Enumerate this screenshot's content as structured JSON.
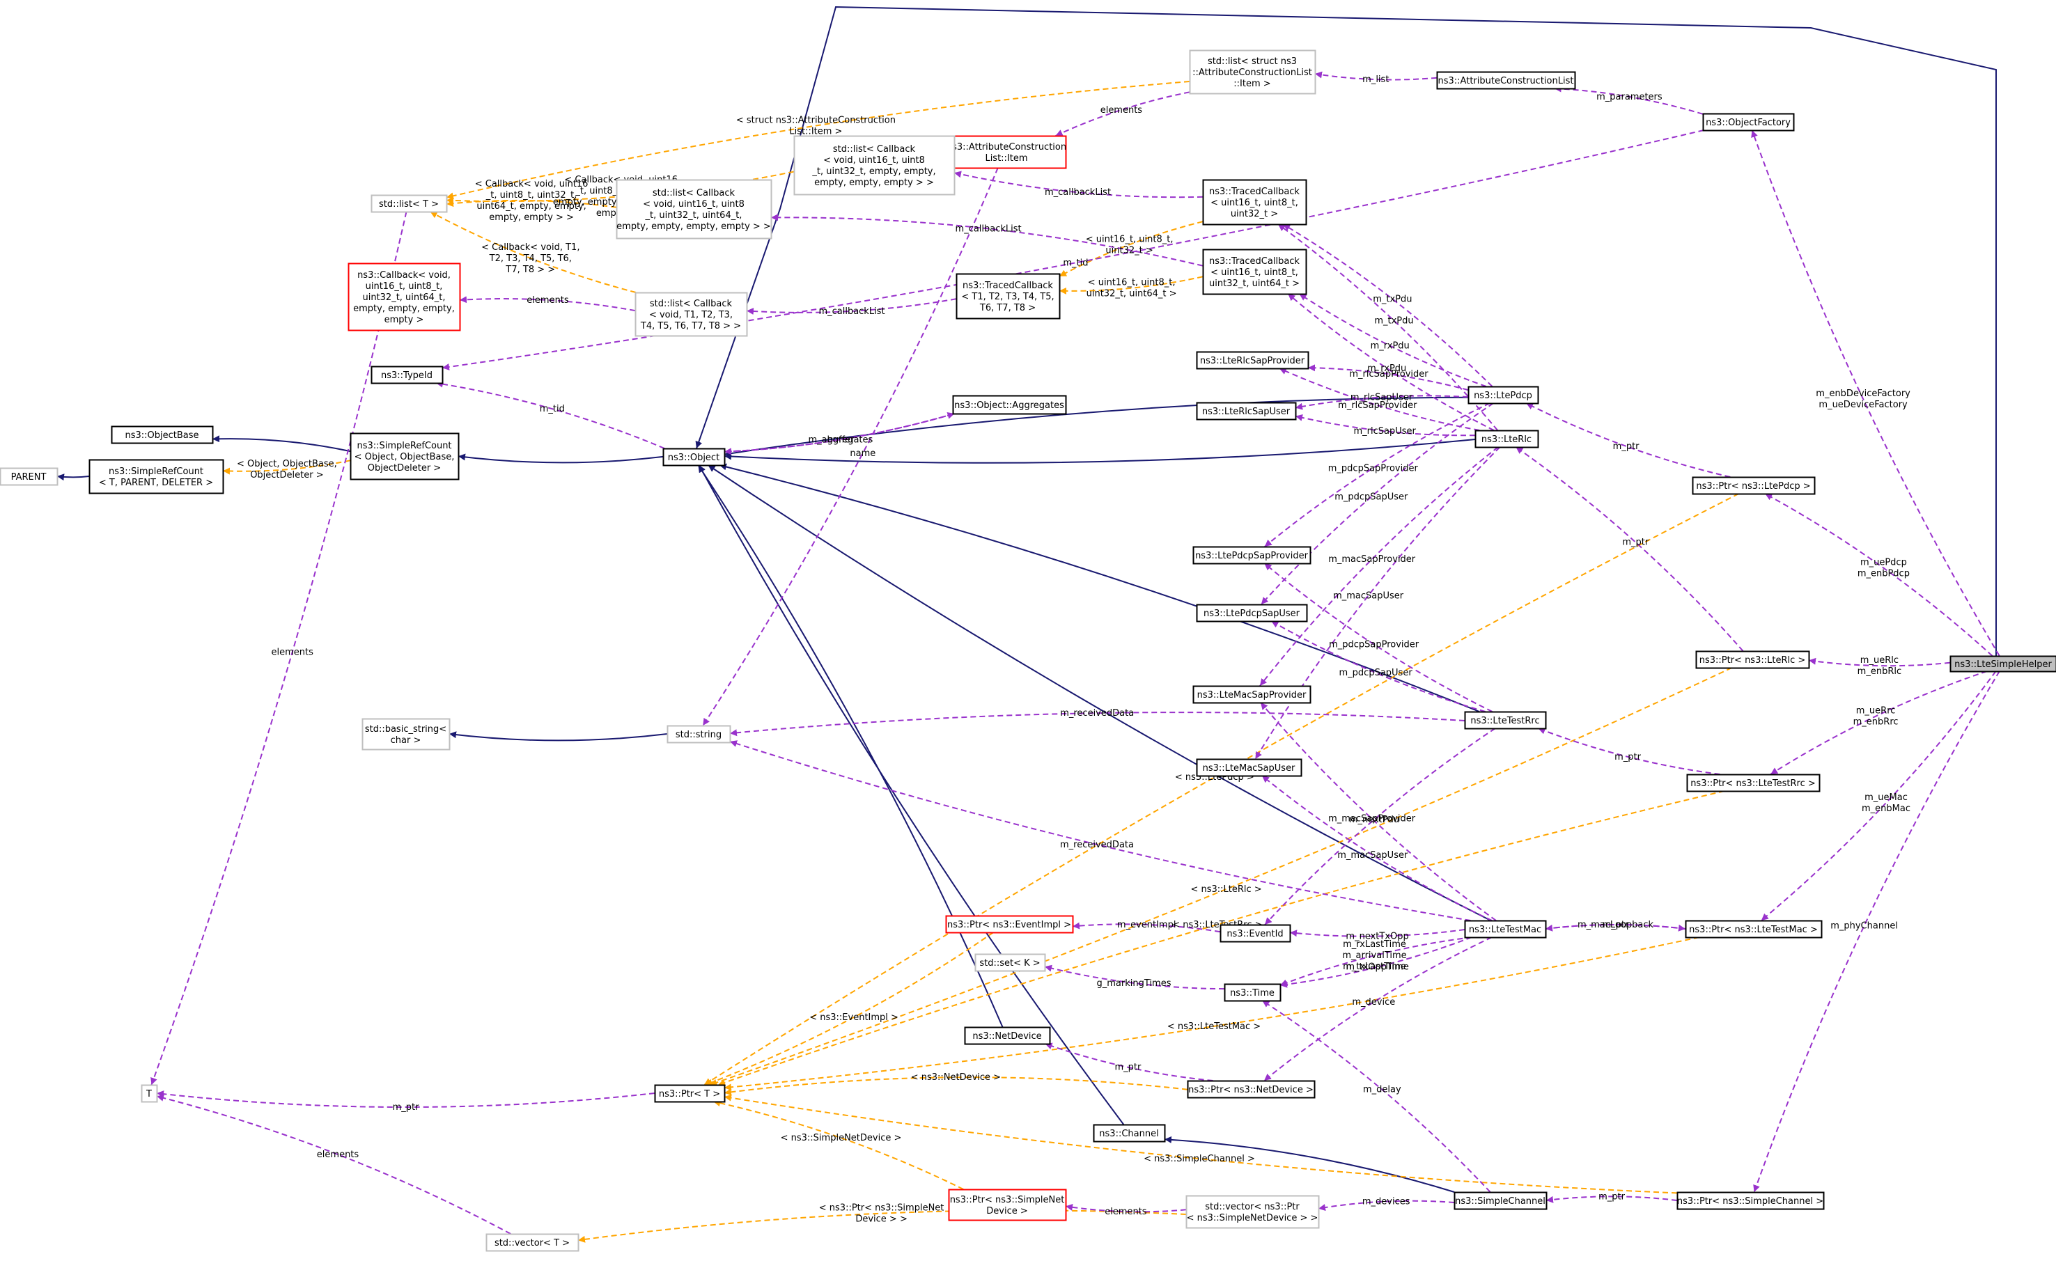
{
  "colors": {
    "inheritance": "#191970",
    "usage": "#9932CC",
    "template": "#FFA500",
    "node_border": "#000000",
    "node_gray_border": "#BFBFBF",
    "node_red_border": "#FF0000",
    "highlight_fill": "#BFBFBF",
    "label_text": "#000000"
  },
  "nodes": [
    {
      "id": "lte_simple_helper",
      "lines": [
        "ns3::LteSimpleHelper"
      ],
      "style": "highlight"
    },
    {
      "id": "object_factory",
      "lines": [
        "ns3::ObjectFactory"
      ],
      "style": "normal"
    },
    {
      "id": "attr_constr_list",
      "lines": [
        "ns3::AttributeConstructionList"
      ],
      "style": "normal"
    },
    {
      "id": "stdlist_item",
      "lines": [
        "std::list< struct ns3",
        "::AttributeConstructionList",
        "::Item >"
      ],
      "style": "gray"
    },
    {
      "id": "attr_item",
      "lines": [
        "ns3::AttributeConstruction",
        "List::Item"
      ],
      "style": "red"
    },
    {
      "id": "stdlist_cb_a",
      "lines": [
        "std::list< Callback",
        "< void, uint16_t, uint8",
        "_t, uint32_t, empty, empty,",
        "empty, empty, empty > >"
      ],
      "style": "gray"
    },
    {
      "id": "stdlist_cb_b",
      "lines": [
        "std::list< Callback",
        "< void, uint16_t, uint8",
        "_t, uint32_t, uint64_t,",
        "empty, empty, empty, empty > >"
      ],
      "style": "gray"
    },
    {
      "id": "stdlist_cb_c",
      "lines": [
        "std::list< Callback",
        "< void, T1, T2, T3,",
        "T4, T5, T6, T7, T8 > >"
      ],
      "style": "gray"
    },
    {
      "id": "stdlist_t",
      "lines": [
        "std::list< T >"
      ],
      "style": "gray"
    },
    {
      "id": "callback_node",
      "lines": [
        "ns3::Callback< void,",
        "uint16_t, uint8_t,",
        "uint32_t, uint64_t,",
        "empty, empty, empty,",
        "empty >"
      ],
      "style": "red"
    },
    {
      "id": "typeid",
      "lines": [
        "ns3::TypeId"
      ],
      "style": "normal"
    },
    {
      "id": "objectbase",
      "lines": [
        "ns3::ObjectBase"
      ],
      "style": "normal"
    },
    {
      "id": "parent",
      "lines": [
        "PARENT"
      ],
      "style": "gray"
    },
    {
      "id": "simplerefcount_t",
      "lines": [
        "ns3::SimpleRefCount",
        "< T, PARENT, DELETER >"
      ],
      "style": "normal"
    },
    {
      "id": "simplerefcount_obj",
      "lines": [
        "ns3::SimpleRefCount",
        "< Object, ObjectBase,",
        "ObjectDeleter >"
      ],
      "style": "normal"
    },
    {
      "id": "object",
      "lines": [
        "ns3::Object"
      ],
      "style": "normal"
    },
    {
      "id": "aggregates",
      "lines": [
        "ns3::Object::Aggregates"
      ],
      "style": "normal"
    },
    {
      "id": "tracedcb_a",
      "lines": [
        "ns3::TracedCallback",
        "< uint16_t, uint8_t,",
        "uint32_t >"
      ],
      "style": "normal"
    },
    {
      "id": "tracedcb_b",
      "lines": [
        "ns3::TracedCallback",
        "< uint16_t, uint8_t,",
        "uint32_t, uint64_t >"
      ],
      "style": "normal"
    },
    {
      "id": "tracedcb_t",
      "lines": [
        "ns3::TracedCallback",
        "< T1, T2, T3, T4, T5,",
        "T6, T7, T8 >"
      ],
      "style": "normal"
    },
    {
      "id": "rlc_sap_provider",
      "lines": [
        "ns3::LteRlcSapProvider"
      ],
      "style": "normal"
    },
    {
      "id": "rlc_sap_user",
      "lines": [
        "ns3::LteRlcSapUser"
      ],
      "style": "normal"
    },
    {
      "id": "pdcp_sap_provider",
      "lines": [
        "ns3::LtePdcpSapProvider"
      ],
      "style": "normal"
    },
    {
      "id": "pdcp_sap_user",
      "lines": [
        "ns3::LtePdcpSapUser"
      ],
      "style": "normal"
    },
    {
      "id": "mac_sap_provider",
      "lines": [
        "ns3::LteMacSapProvider"
      ],
      "style": "normal"
    },
    {
      "id": "mac_sap_user",
      "lines": [
        "ns3::LteMacSapUser"
      ],
      "style": "normal"
    },
    {
      "id": "lte_pdcp",
      "lines": [
        "ns3::LtePdcp"
      ],
      "style": "normal"
    },
    {
      "id": "lte_rlc",
      "lines": [
        "ns3::LteRlc"
      ],
      "style": "normal"
    },
    {
      "id": "lte_test_rrc",
      "lines": [
        "ns3::LteTestRrc"
      ],
      "style": "normal"
    },
    {
      "id": "lte_test_mac",
      "lines": [
        "ns3::LteTestMac"
      ],
      "style": "normal"
    },
    {
      "id": "simple_channel",
      "lines": [
        "ns3::SimpleChannel"
      ],
      "style": "normal"
    },
    {
      "id": "basic_string",
      "lines": [
        "std::basic_string<",
        "char >"
      ],
      "style": "gray"
    },
    {
      "id": "std_string",
      "lines": [
        "std::string"
      ],
      "style": "gray"
    },
    {
      "id": "std_set",
      "lines": [
        "std::set< K >"
      ],
      "style": "gray"
    },
    {
      "id": "ptr_eventimpl",
      "lines": [
        "ns3::Ptr< ns3::EventImpl >"
      ],
      "style": "red"
    },
    {
      "id": "eventid",
      "lines": [
        "ns3::EventId"
      ],
      "style": "normal"
    },
    {
      "id": "time",
      "lines": [
        "ns3::Time"
      ],
      "style": "normal"
    },
    {
      "id": "netdevice",
      "lines": [
        "ns3::NetDevice"
      ],
      "style": "normal"
    },
    {
      "id": "ptr_netdevice",
      "lines": [
        "ns3::Ptr< ns3::NetDevice >"
      ],
      "style": "normal"
    },
    {
      "id": "channel",
      "lines": [
        "ns3::Channel"
      ],
      "style": "normal"
    },
    {
      "id": "ptr_t",
      "lines": [
        "ns3::Ptr< T >"
      ],
      "style": "normal"
    },
    {
      "id": "t_node",
      "lines": [
        "T"
      ],
      "style": "gray"
    },
    {
      "id": "std_vector_t",
      "lines": [
        "std::vector< T >"
      ],
      "style": "gray"
    },
    {
      "id": "ptr_simplenetdevice",
      "lines": [
        "ns3::Ptr< ns3::SimpleNet",
        "Device >"
      ],
      "style": "red"
    },
    {
      "id": "vector_ptr_snd",
      "lines": [
        "std::vector< ns3::Ptr",
        "< ns3::SimpleNetDevice > >"
      ],
      "style": "gray"
    },
    {
      "id": "ptr_lte_pdcp",
      "lines": [
        "ns3::Ptr< ns3::LtePdcp >"
      ],
      "style": "normal"
    },
    {
      "id": "ptr_lte_rlc",
      "lines": [
        "ns3::Ptr< ns3::LteRlc >"
      ],
      "style": "normal"
    },
    {
      "id": "ptr_lte_test_rrc",
      "lines": [
        "ns3::Ptr< ns3::LteTestRrc >"
      ],
      "style": "normal"
    },
    {
      "id": "ptr_lte_test_mac",
      "lines": [
        "ns3::Ptr< ns3::LteTestMac >"
      ],
      "style": "normal"
    },
    {
      "id": "ptr_simple_channel",
      "lines": [
        "ns3::Ptr< ns3::SimpleChannel >"
      ],
      "style": "normal"
    }
  ],
  "edges": [
    {
      "kind": "inheritance",
      "from": "simplerefcount_t",
      "to": "parent"
    },
    {
      "kind": "inheritance",
      "from": "simplerefcount_obj",
      "to": "objectbase"
    },
    {
      "kind": "inheritance",
      "from": "object",
      "to": "simplerefcount_obj"
    },
    {
      "kind": "inheritance",
      "from": "lte_pdcp",
      "to": "object"
    },
    {
      "kind": "inheritance",
      "from": "lte_rlc",
      "to": "object"
    },
    {
      "kind": "inheritance",
      "from": "lte_test_rrc",
      "to": "object"
    },
    {
      "kind": "inheritance",
      "from": "lte_test_mac",
      "to": "object"
    },
    {
      "kind": "inheritance",
      "from": "netdevice",
      "to": "object"
    },
    {
      "kind": "inheritance",
      "from": "channel",
      "to": "object"
    },
    {
      "kind": "inheritance",
      "from": "simple_channel",
      "to": "channel"
    },
    {
      "kind": "inheritance",
      "from": "std_string",
      "to": "basic_string"
    },
    {
      "kind": "inheritance",
      "from": "lte_simple_helper",
      "to": "object"
    },
    {
      "kind": "template",
      "from": "simplerefcount_obj",
      "to": "simplerefcount_t",
      "label": [
        "< Object, ObjectBase,",
        "ObjectDeleter >"
      ]
    },
    {
      "kind": "template",
      "from": "stdlist_item",
      "to": "stdlist_t",
      "label": [
        "< struct ns3::AttributeConstruction",
        "List::Item >"
      ]
    },
    {
      "kind": "template",
      "from": "stdlist_cb_a",
      "to": "stdlist_t",
      "label": [
        "< Callback< void, uint16",
        "_t, uint8_t, uint32_t,",
        "empty, empty, empty, empty,",
        "empty > >"
      ]
    },
    {
      "kind": "template",
      "from": "stdlist_cb_b",
      "to": "stdlist_t",
      "label": [
        "< Callback< void, uint16",
        "_t, uint8_t, uint32_t,",
        "uint64_t, empty, empty,",
        "empty, empty > >"
      ]
    },
    {
      "kind": "template",
      "from": "stdlist_cb_c",
      "to": "stdlist_t",
      "label": [
        "< Callback< void, T1,",
        "T2, T3, T4, T5, T6,",
        "T7, T8 > >"
      ]
    },
    {
      "kind": "template",
      "from": "tracedcb_a",
      "to": "tracedcb_t",
      "label": [
        "< uint16_t, uint8_t,",
        "uint32_t >"
      ]
    },
    {
      "kind": "template",
      "from": "tracedcb_b",
      "to": "tracedcb_t",
      "label": [
        "< uint16_t, uint8_t,",
        "uint32_t, uint64_t >"
      ]
    },
    {
      "kind": "template",
      "from": "ptr_lte_pdcp",
      "to": "ptr_t",
      "label": [
        "< ns3::LtePdcp >"
      ]
    },
    {
      "kind": "template",
      "from": "ptr_lte_rlc",
      "to": "ptr_t",
      "label": [
        "< ns3::LteRlc >"
      ]
    },
    {
      "kind": "template",
      "from": "ptr_lte_test_rrc",
      "to": "ptr_t",
      "label": [
        "< ns3::LteTestRrc >"
      ]
    },
    {
      "kind": "template",
      "from": "ptr_eventimpl",
      "to": "ptr_t",
      "label": [
        "< ns3::EventImpl >"
      ]
    },
    {
      "kind": "template",
      "from": "ptr_netdevice",
      "to": "ptr_t",
      "label": [
        "< ns3::NetDevice >"
      ]
    },
    {
      "kind": "template",
      "from": "ptr_lte_test_mac",
      "to": "ptr_t",
      "label": [
        "< ns3::LteTestMac >"
      ]
    },
    {
      "kind": "template",
      "from": "ptr_simplenetdevice",
      "to": "ptr_t",
      "label": [
        "< ns3::SimpleNetDevice >"
      ]
    },
    {
      "kind": "template",
      "from": "ptr_simple_channel",
      "to": "ptr_t",
      "label": [
        "< ns3::SimpleChannel >"
      ]
    },
    {
      "kind": "template",
      "from": "vector_ptr_snd",
      "to": "std_vector_t",
      "label": [
        "< ns3::Ptr< ns3::SimpleNet",
        "Device > >"
      ]
    },
    {
      "kind": "usage",
      "from": "attr_constr_list",
      "to": "stdlist_item",
      "label": [
        "m_list"
      ]
    },
    {
      "kind": "usage",
      "from": "object_factory",
      "to": "attr_constr_list",
      "label": [
        "m_parameters"
      ]
    },
    {
      "kind": "usage",
      "from": "object_factory",
      "to": "typeid",
      "label": [
        "m_tid"
      ]
    },
    {
      "kind": "usage",
      "from": "stdlist_item",
      "to": "attr_item",
      "label": [
        "elements"
      ]
    },
    {
      "kind": "usage",
      "from": "tracedcb_a",
      "to": "stdlist_cb_a",
      "label": [
        "m_callbackList"
      ]
    },
    {
      "kind": "usage",
      "from": "tracedcb_b",
      "to": "stdlist_cb_b",
      "label": [
        "m_callbackList"
      ]
    },
    {
      "kind": "usage",
      "from": "tracedcb_t",
      "to": "stdlist_cb_c",
      "label": [
        "m_callbackList"
      ]
    },
    {
      "kind": "usage",
      "from": "stdlist_cb_c",
      "to": "callback_node",
      "label": [
        "elements"
      ]
    },
    {
      "kind": "usage",
      "from": "stdlist_t",
      "to": "t_node",
      "label": [
        "elements"
      ]
    },
    {
      "kind": "usage",
      "from": "object",
      "to": "typeid",
      "label": [
        "m_tid"
      ]
    },
    {
      "kind": "usage",
      "from": "aggregates",
      "to": "object",
      "label": [
        "buffer"
      ]
    },
    {
      "kind": "usage",
      "from": "object",
      "to": "aggregates",
      "label": [
        "m_aggregates"
      ]
    },
    {
      "kind": "usage",
      "from": "attr_item",
      "to": "std_string",
      "label": [
        "name"
      ]
    },
    {
      "kind": "usage",
      "from": "lte_pdcp",
      "to": "tracedcb_a",
      "label": [
        "m_txPdu"
      ]
    },
    {
      "kind": "usage",
      "from": "lte_pdcp",
      "to": "tracedcb_b",
      "label": [
        "m_rxPdu"
      ]
    },
    {
      "kind": "usage",
      "from": "lte_rlc",
      "to": "tracedcb_a",
      "label": [
        "m_txPdu"
      ]
    },
    {
      "kind": "usage",
      "from": "lte_rlc",
      "to": "tracedcb_b",
      "label": [
        "m_rxPdu"
      ]
    },
    {
      "kind": "usage",
      "from": "lte_pdcp",
      "to": "rlc_sap_provider",
      "label": [
        "m_rlcSapProvider"
      ]
    },
    {
      "kind": "usage",
      "from": "lte_rlc",
      "to": "rlc_sap_provider",
      "label": [
        "m_rlcSapProvider"
      ]
    },
    {
      "kind": "usage",
      "from": "lte_pdcp",
      "to": "rlc_sap_user",
      "label": [
        "m_rlcSapUser"
      ]
    },
    {
      "kind": "usage",
      "from": "lte_rlc",
      "to": "rlc_sap_user",
      "label": [
        "m_rlcSapUser"
      ]
    },
    {
      "kind": "usage",
      "from": "lte_pdcp",
      "to": "pdcp_sap_provider",
      "label": [
        "m_pdcpSapProvider"
      ]
    },
    {
      "kind": "usage",
      "from": "lte_test_rrc",
      "to": "pdcp_sap_provider",
      "label": [
        "m_pdcpSapProvider"
      ]
    },
    {
      "kind": "usage",
      "from": "lte_pdcp",
      "to": "pdcp_sap_user",
      "label": [
        "m_pdcpSapUser"
      ]
    },
    {
      "kind": "usage",
      "from": "lte_test_rrc",
      "to": "pdcp_sap_user",
      "label": [
        "m_pdcpSapUser"
      ]
    },
    {
      "kind": "usage",
      "from": "lte_rlc",
      "to": "mac_sap_provider",
      "label": [
        "m_macSapProvider"
      ]
    },
    {
      "kind": "usage",
      "from": "lte_test_mac",
      "to": "mac_sap_provider",
      "label": [
        "m_macSapProvider"
      ]
    },
    {
      "kind": "usage",
      "from": "lte_rlc",
      "to": "mac_sap_user",
      "label": [
        "m_macSapUser"
      ]
    },
    {
      "kind": "usage",
      "from": "lte_test_mac",
      "to": "mac_sap_user",
      "label": [
        "m_macSapUser"
      ]
    },
    {
      "kind": "usage",
      "from": "lte_test_rrc",
      "to": "std_string",
      "label": [
        "m_receivedData"
      ]
    },
    {
      "kind": "usage",
      "from": "lte_test_mac",
      "to": "std_string",
      "label": [
        "m_receivedData"
      ]
    },
    {
      "kind": "usage",
      "from": "lte_test_rrc",
      "to": "eventid",
      "label": [
        "m_nextPdu"
      ]
    },
    {
      "kind": "usage",
      "from": "lte_test_mac",
      "to": "eventid",
      "label": [
        "m_nextTxOpp"
      ]
    },
    {
      "kind": "usage",
      "from": "eventid",
      "to": "ptr_eventimpl",
      "label": [
        "m_eventImpl"
      ]
    },
    {
      "kind": "usage",
      "from": "time",
      "to": "std_set",
      "label": [
        "g_markingTimes"
      ]
    },
    {
      "kind": "usage",
      "from": "lte_test_mac",
      "to": "time",
      "label": [
        "m_rxLastTime",
        "m_arrivalTime",
        "m_txLastTime"
      ]
    },
    {
      "kind": "usage",
      "from": "lte_test_mac",
      "to": "time",
      "label": [
        "m_txOppTime"
      ]
    },
    {
      "kind": "usage",
      "from": "simple_channel",
      "to": "time",
      "label": [
        "m_delay"
      ]
    },
    {
      "kind": "usage",
      "from": "ptr_netdevice",
      "to": "netdevice",
      "label": [
        "m_ptr"
      ]
    },
    {
      "kind": "usage",
      "from": "lte_test_mac",
      "to": "ptr_netdevice",
      "label": [
        "m_device"
      ]
    },
    {
      "kind": "usage",
      "from": "ptr_t",
      "to": "t_node",
      "label": [
        "m_ptr"
      ]
    },
    {
      "kind": "usage",
      "from": "std_vector_t",
      "to": "t_node",
      "label": [
        "elements"
      ]
    },
    {
      "kind": "usage",
      "from": "vector_ptr_snd",
      "to": "ptr_simplenetdevice",
      "label": [
        "elements"
      ]
    },
    {
      "kind": "usage",
      "from": "simple_channel",
      "to": "vector_ptr_snd",
      "label": [
        "m_devices"
      ]
    },
    {
      "kind": "usage",
      "from": "ptr_lte_pdcp",
      "to": "lte_pdcp",
      "label": [
        "m_ptr"
      ]
    },
    {
      "kind": "usage",
      "from": "ptr_lte_rlc",
      "to": "lte_rlc",
      "label": [
        "m_ptr"
      ]
    },
    {
      "kind": "usage",
      "from": "ptr_lte_test_rrc",
      "to": "lte_test_rrc",
      "label": [
        "m_ptr"
      ]
    },
    {
      "kind": "usage",
      "from": "ptr_lte_test_mac",
      "to": "lte_test_mac",
      "label": [
        "m_ptr"
      ]
    },
    {
      "kind": "usage",
      "from": "lte_test_mac",
      "to": "ptr_lte_test_mac",
      "label": [
        "m_macLoopback"
      ]
    },
    {
      "kind": "usage",
      "from": "ptr_simple_channel",
      "to": "simple_channel",
      "label": [
        "m_ptr"
      ]
    },
    {
      "kind": "usage",
      "from": "lte_simple_helper",
      "to": "object_factory",
      "label": [
        "m_enbDeviceFactory",
        "m_ueDeviceFactory"
      ]
    },
    {
      "kind": "usage",
      "from": "lte_simple_helper",
      "to": "ptr_lte_pdcp",
      "label": [
        "m_uePdcp",
        "m_enbPdcp"
      ]
    },
    {
      "kind": "usage",
      "from": "lte_simple_helper",
      "to": "ptr_lte_rlc",
      "label": [
        "m_ueRlc",
        "m_enbRlc"
      ]
    },
    {
      "kind": "usage",
      "from": "lte_simple_helper",
      "to": "ptr_lte_test_rrc",
      "label": [
        "m_ueRrc",
        "m_enbRrc"
      ]
    },
    {
      "kind": "usage",
      "from": "lte_simple_helper",
      "to": "ptr_lte_test_mac",
      "label": [
        "m_ueMac",
        "m_enbMac"
      ]
    },
    {
      "kind": "usage",
      "from": "lte_simple_helper",
      "to": "ptr_simple_channel",
      "label": [
        "m_phyChannel"
      ]
    }
  ]
}
